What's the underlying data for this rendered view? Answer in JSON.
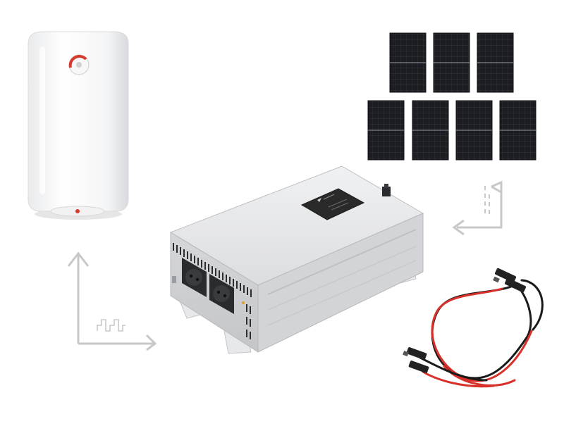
{
  "scene": {
    "description_items": [
      {
        "id": "water-heater",
        "kind": "electric-boiler"
      },
      {
        "id": "solar-panels",
        "kind": "pv-panel-array",
        "rows": [
          3,
          4
        ]
      },
      {
        "id": "inverter",
        "kind": "solar-power-converter",
        "sockets": 2
      },
      {
        "id": "cables",
        "kind": "mc4-pv-cable-pair",
        "colors": [
          "#d8302a",
          "#1a1a1a"
        ]
      }
    ],
    "flows": [
      {
        "from": "solar-panels",
        "to": "inverter",
        "signal": "dc-dashed-line"
      },
      {
        "from": "inverter",
        "to": "water-heater",
        "signal": "square-wave"
      }
    ],
    "colors": {
      "arrow": "#c8c8c8",
      "panel": "#1b1d21",
      "panel_grid": "#3a3d44",
      "inverter_body": "#e2e3e5",
      "label_plate": "#2a2a2a",
      "cable_red": "#d8302a",
      "cable_black": "#1a1a1a",
      "heater_red": "#d63a2e"
    }
  }
}
